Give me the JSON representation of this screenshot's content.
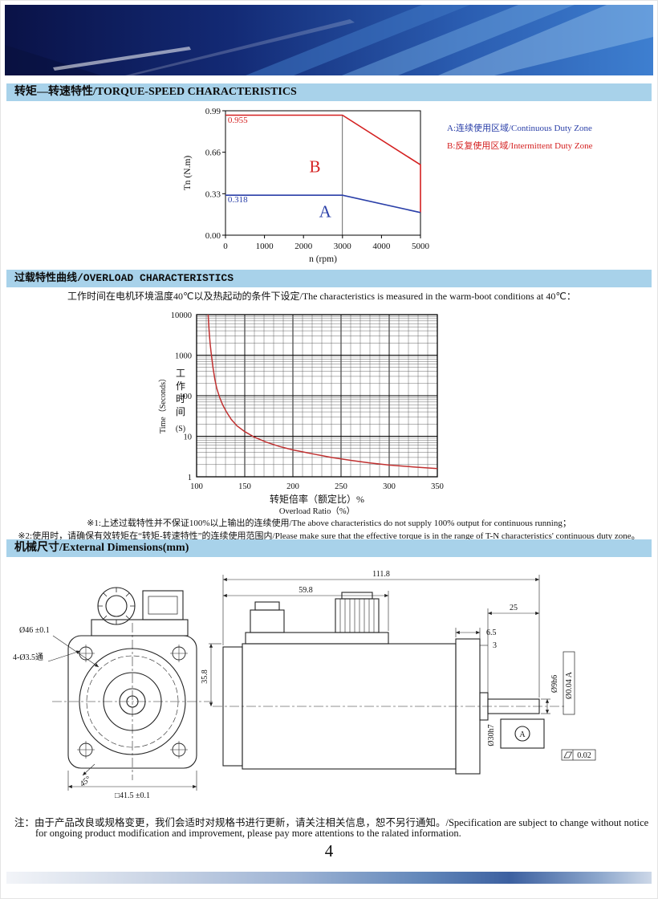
{
  "section_torque": {
    "title": "转矩—转速特性/TORQUE-SPEED CHARACTERISTICS",
    "legend": [
      {
        "label": "A:连续使用区域/Continuous Duty Zone",
        "color": "#2a3fa8"
      },
      {
        "label": "B:反复使用区域/Intermittent Duty Zone",
        "color": "#d42020"
      }
    ]
  },
  "section_overload": {
    "title": "过载特性曲线/OVERLOAD CHARACTERISTICS",
    "condition_note": "工作时间在电机环境温度40℃以及热起动的条件下设定/The characteristics is measured in the warm-boot conditions at 40℃：",
    "footnotes": [
      "※1:上述过载特性并不保证100%以上输出的连续使用/The above characteristics do not supply 100% output for continuous running；",
      "※2:使用时，请确保有效转矩在“转矩-转速特性”的连续使用范围内/Please make sure that the effective torque is in the range of T-N characteristics' continuous duty zone。"
    ]
  },
  "section_dimensions": {
    "title": "机械尺寸/External Dimensions(mm)",
    "front_view": {
      "flange_dia": "Ø46 ±0.1",
      "mount_holes": "4-Ø3.5通",
      "chamfer": "45°",
      "square": "□41.5 ±0.1"
    },
    "side_view": {
      "overall_len": "111.8",
      "body_len": "59.8",
      "shaft_len": "25",
      "dim_6_5": "6.5",
      "dim_3": "3",
      "height": "35.8",
      "shaft_dia": "Ø9h6",
      "spigot_dia": "Ø30h7",
      "runout_tol": "Ø0.04 A",
      "flatness_tol": "0.02",
      "datum": "A"
    }
  },
  "footer": {
    "note_line1": "注：由于产品改良或规格变更，我们会适时对规格书进行更新，请关注相关信息，恕不另行通知。/Specification are subject to change without notice",
    "note_line2": "for ongoing product modification and improvement, please pay more attentions to the ralated information.",
    "page_number": "4"
  },
  "chart_data": [
    {
      "type": "line",
      "title": "转矩—转速特性 Torque-Speed Characteristics",
      "xlabel": "n (rpm)",
      "ylabel": "Tn (N.m)",
      "xlim": [
        0,
        5000
      ],
      "ylim": [
        0,
        0.99
      ],
      "xticks": [
        0,
        1000,
        2000,
        3000,
        4000,
        5000
      ],
      "ytick_labels": [
        "0.00",
        "0.33",
        "0.66",
        "0.99"
      ],
      "rated_speed_line": 3000,
      "series": [
        {
          "name": "B 反复使用区域 Intermittent Duty Zone",
          "color": "#d42020",
          "points": [
            [
              0,
              0.955
            ],
            [
              3000,
              0.955
            ],
            [
              5000,
              0.56
            ],
            [
              5000,
              0.18
            ]
          ]
        },
        {
          "name": "A 连续使用区域 Continuous Duty Zone",
          "color": "#2a3fa8",
          "points": [
            [
              0,
              0.318
            ],
            [
              3000,
              0.318
            ],
            [
              5000,
              0.18
            ]
          ]
        }
      ],
      "annotations": [
        {
          "text": "0.955",
          "x": 60,
          "y": 0.895,
          "color": "#d42020",
          "size": 11
        },
        {
          "text": "0.318",
          "x": 60,
          "y": 0.262,
          "color": "#2a3fa8",
          "size": 11
        },
        {
          "text": "B",
          "x": 2150,
          "y": 0.5,
          "color": "#d42020",
          "size": 21
        },
        {
          "text": "A",
          "x": 2400,
          "y": 0.145,
          "color": "#2a3fa8",
          "size": 21
        }
      ]
    },
    {
      "type": "line",
      "title": "过载特性曲线 Overload Characteristics",
      "xlabel_cn": "转矩倍率（额定比）%",
      "xlabel_en": "Overload Ratio（%）",
      "ylabel_cn": "工作时间",
      "ylabel_en": "Time（Seconds）",
      "ylabel_unit": "(S)",
      "xlim": [
        100,
        350
      ],
      "ylim": [
        1,
        10000
      ],
      "ylog": true,
      "x_minor_step": 10,
      "xticks": [
        100,
        150,
        200,
        250,
        300,
        350
      ],
      "yticks": [
        1,
        10,
        100,
        1000,
        10000
      ],
      "series": [
        {
          "name": "过载曲线 Overload curve",
          "color": "#c03030",
          "points": [
            [
              112,
              10000
            ],
            [
              113,
              4000
            ],
            [
              114,
              2000
            ],
            [
              115,
              1200
            ],
            [
              117,
              500
            ],
            [
              119,
              250
            ],
            [
              121,
              150
            ],
            [
              124,
              90
            ],
            [
              127,
              60
            ],
            [
              131,
              40
            ],
            [
              136,
              26
            ],
            [
              142,
              18
            ],
            [
              150,
              13
            ],
            [
              160,
              9.5
            ],
            [
              172,
              7.2
            ],
            [
              186,
              5.6
            ],
            [
              200,
              4.6
            ],
            [
              220,
              3.7
            ],
            [
              240,
              3.0
            ],
            [
              260,
              2.55
            ],
            [
              280,
              2.2
            ],
            [
              300,
              1.95
            ],
            [
              325,
              1.75
            ],
            [
              350,
              1.6
            ]
          ]
        }
      ]
    }
  ]
}
